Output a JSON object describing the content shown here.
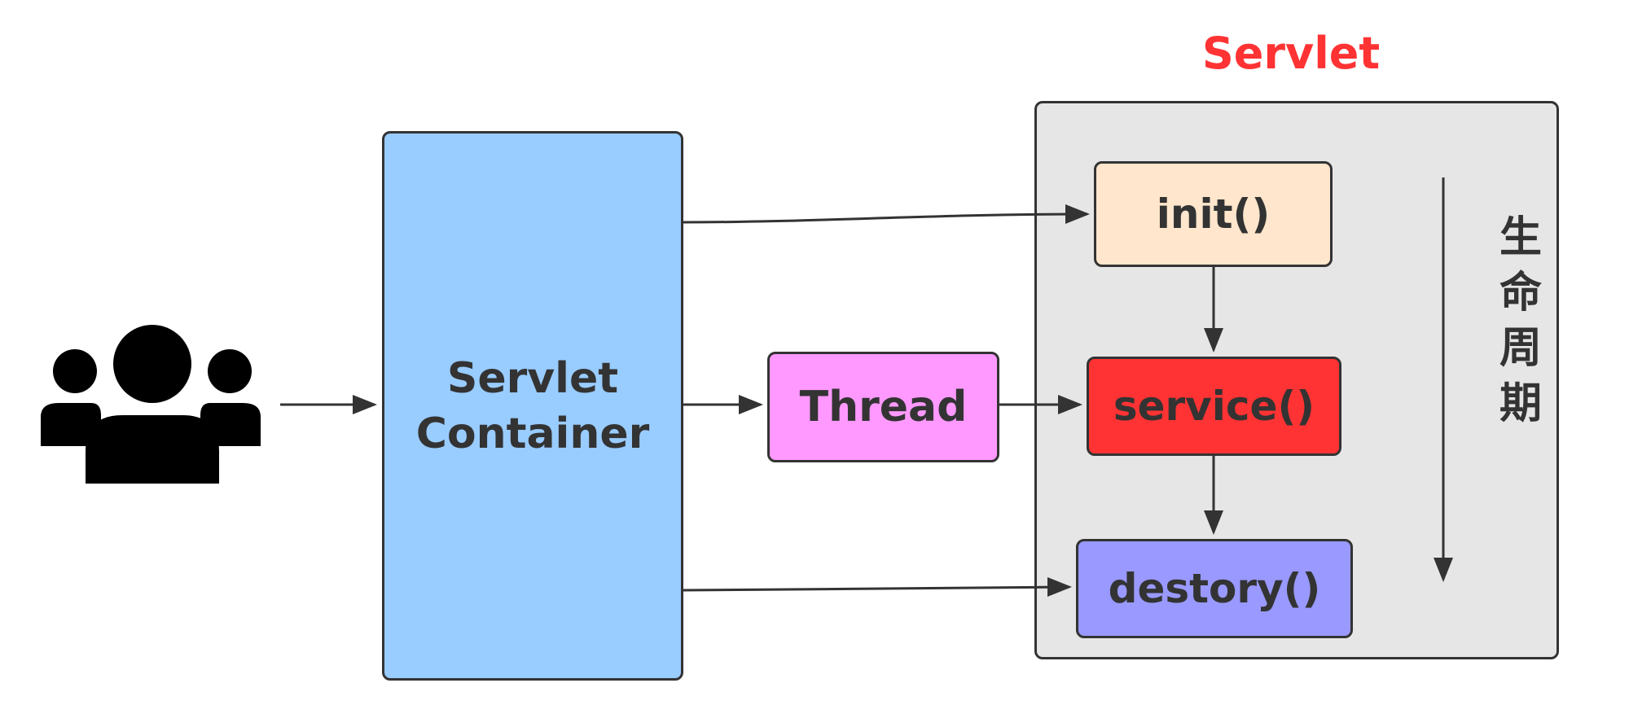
{
  "servlet": {
    "title": "Servlet",
    "lifecycle_label": "生命周期"
  },
  "container": {
    "line1": "Servlet",
    "line2": "Container"
  },
  "thread": {
    "label": "Thread"
  },
  "methods": {
    "init": "init()",
    "service": "service()",
    "destroy": "destory()"
  },
  "colors": {
    "container_fill": "#99ccff",
    "thread_fill": "#ff99ff",
    "init_fill": "#ffe6cc",
    "service_fill": "#ff3333",
    "destroy_fill": "#9999ff",
    "panel_fill": "#e6e6e6",
    "title_color": "#ff3333",
    "stroke": "#333333"
  },
  "icons": {
    "users": "users-group-icon"
  }
}
